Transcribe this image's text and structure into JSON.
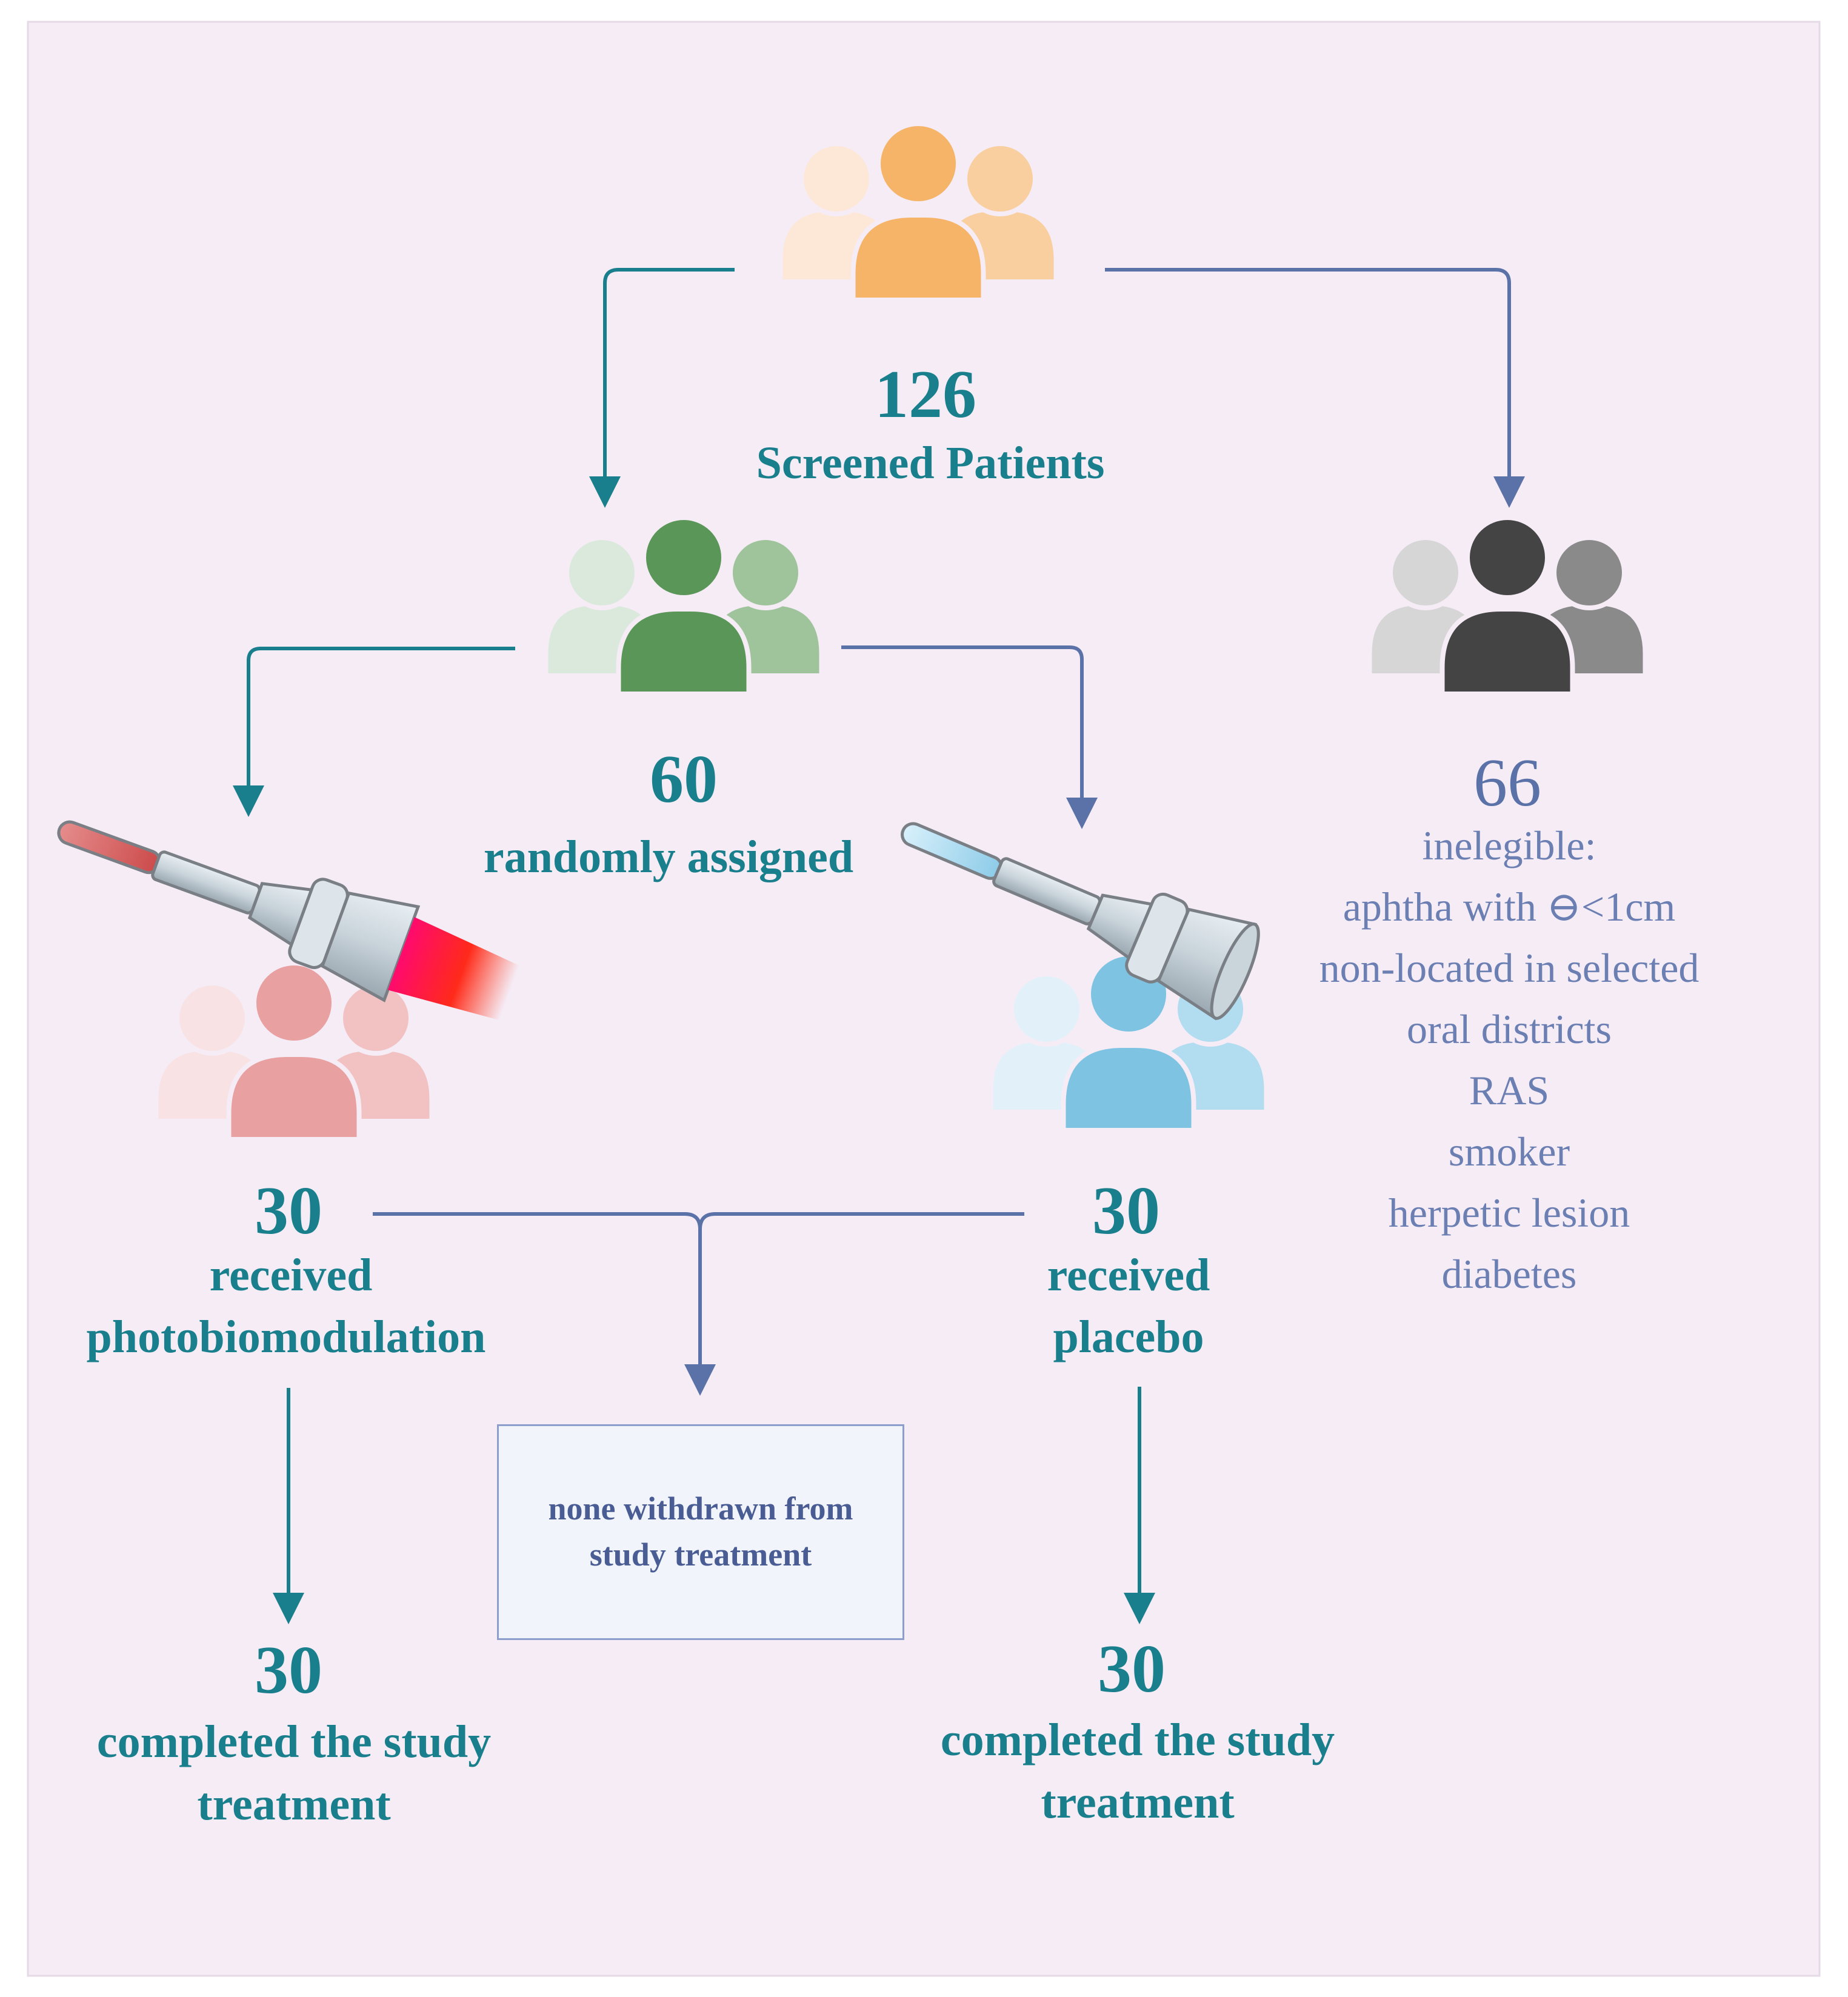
{
  "colors": {
    "background": "#f5ecf6",
    "teal": "#1a7f8c",
    "slate": "#5a72a8",
    "orange": [
      "#fde8d8",
      "#f5b467",
      "#f9cf9f"
    ],
    "green": [
      "#dbe9dc",
      "#5a9658",
      "#9fc49c"
    ],
    "gray": [
      "#d6d6d6",
      "#444444",
      "#8a8a8a"
    ],
    "pink": [
      "#f8e2e3",
      "#e9a0a0",
      "#f2c2c3"
    ],
    "blue": [
      "#e2f1f9",
      "#7ec4e2",
      "#b2dcef"
    ]
  },
  "screened": {
    "count": "126",
    "label": "Screened Patients"
  },
  "randomized": {
    "count": "60",
    "label": "randomly assigned"
  },
  "ineligible": {
    "count": "66",
    "lines": [
      "inelegible:",
      "aphtha with ⊖<1cm",
      "non-located in selected",
      "oral districts",
      "RAS",
      "smoker",
      "herpetic lesion",
      "diabetes"
    ]
  },
  "pbm_group": {
    "count": "30",
    "label_line1": "received",
    "label_line2": "photobiomodulation"
  },
  "placebo_group": {
    "count": "30",
    "label_line1": "received",
    "label_line2": "placebo"
  },
  "withdrawn": {
    "text": "none withdrawn from\nstudy treatment"
  },
  "pbm_completed": {
    "count": "30",
    "label_line1": "completed the study",
    "label_line2": "treatment"
  },
  "placebo_completed": {
    "count": "30",
    "label_line1": "completed the study",
    "label_line2": "treatment"
  },
  "icons": [
    "people-group-icon",
    "laser-probe-icon"
  ]
}
